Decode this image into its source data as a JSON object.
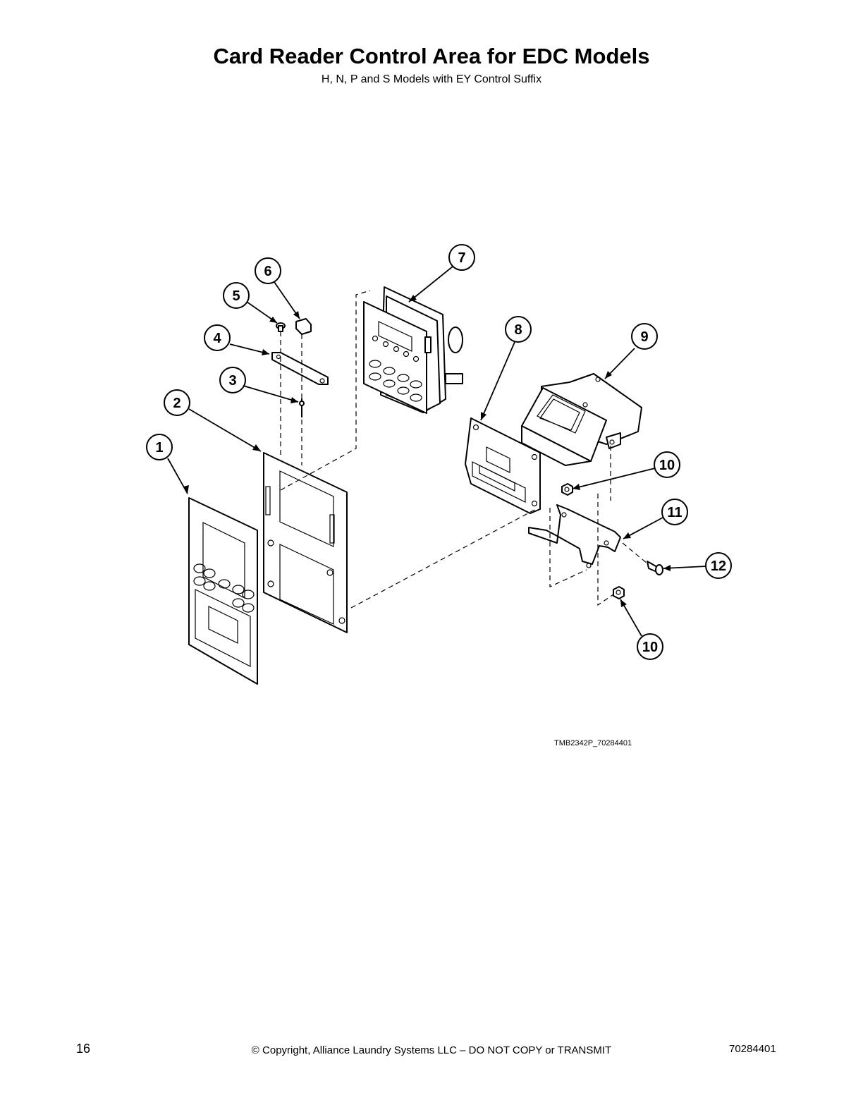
{
  "header": {
    "title": "Card Reader Control Area for EDC Models",
    "subtitle": "H, N, P and S Models with EY Control Suffix"
  },
  "diagram": {
    "callouts": [
      "1",
      "2",
      "3",
      "4",
      "5",
      "6",
      "7",
      "8",
      "9",
      "10",
      "11",
      "12",
      "10"
    ],
    "drawing_code": "TMB2342P_70284401"
  },
  "footer": {
    "page_number": "16",
    "copyright": "© Copyright, Alliance Laundry Systems LLC – DO NOT COPY or TRANSMIT",
    "document_number": "70284401"
  }
}
